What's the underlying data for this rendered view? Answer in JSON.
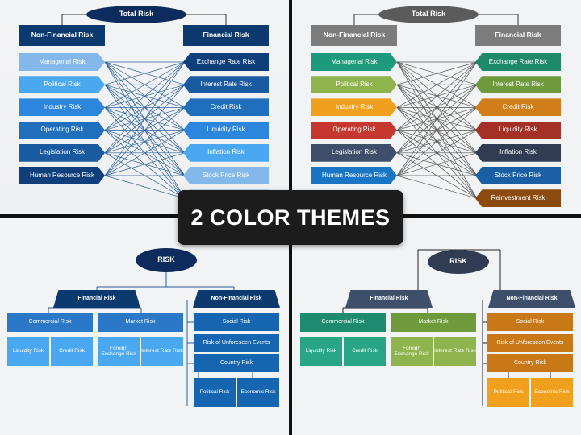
{
  "banner": "2 COLOR THEMES",
  "matrix": {
    "total": "Total Risk",
    "left_header": "Non-Financial Risk",
    "right_header": "Financial Risk",
    "left_items": [
      "Managerial Risk",
      "Political Risk",
      "Industry Risk",
      "Operating Risk",
      "Legislation Risk",
      "Human Resource Risk"
    ],
    "right_items": [
      "Exchange Rate Risk",
      "Interest Rate Risk",
      "Credit Risk",
      "Liquidity Risk",
      "Inflation Risk",
      "Stock Price Risk",
      "Reinvestment Risk"
    ]
  },
  "tree": {
    "root": "RISK",
    "financial": "Financial Risk",
    "non_financial": "Non-Financial Risk",
    "commercial": "Commercial Risk",
    "market": "Market Risk",
    "liquidity": "Liquidity Risk",
    "credit": "Credit Risk",
    "forex": "Foreign Exchange Risk",
    "interest": "Interest Rate Risk",
    "social": "Social Risk",
    "unforeseen": "Risk of Unforeseen Events",
    "country": "Country Risk",
    "political": "Political Risk",
    "economic": "Economic Risk"
  },
  "colors": {
    "blue_theme": {
      "total": "#0d2b5c",
      "header": "#0d3a6e",
      "left_items": [
        "#85b8ea",
        "#4aa8f0",
        "#2d86dd",
        "#1f6fbd",
        "#195aa0",
        "#0e3f7a"
      ],
      "right_items": [
        "#0e3f7a",
        "#195aa0",
        "#1f6fbd",
        "#2d86dd",
        "#4aa8f0",
        "#85b8ea",
        "#b9d6f2"
      ],
      "line": "#2a5f9a"
    },
    "multi_theme": {
      "total": "#5b5b5b",
      "header": "#7c7c7c",
      "left_items": [
        "#1d9a7c",
        "#8fb34d",
        "#f0a01c",
        "#c6372d",
        "#3e4f6b",
        "#1976c4"
      ],
      "right_items": [
        "#1f8a6a",
        "#6f9a3c",
        "#cf7e1a",
        "#a53026",
        "#2f3c52",
        "#1a5fa3",
        "#8b4a0e"
      ],
      "line": "#555555"
    },
    "tree_blue": {
      "root": "#0d2b5c",
      "level1": "#0d3a6e",
      "level2": "#2b78c6",
      "leaf": "#4aa8f0",
      "right": "#1565b0",
      "right_leaf": "#1565b0"
    },
    "tree_multi": {
      "root": "#2f3c52",
      "level1": "#3e4f6b",
      "commercial": "#1e8a6e",
      "market": "#6f9a3c",
      "commercial_leaf": "#27a585",
      "market_leaf": "#8fb34d",
      "right": "#c97818",
      "right_leaf": "#f0a01c"
    }
  }
}
